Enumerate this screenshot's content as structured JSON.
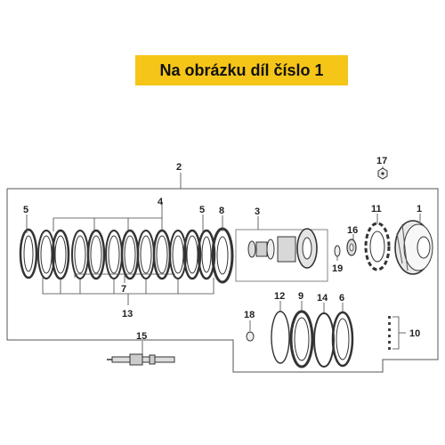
{
  "banner": {
    "text": "Na obrázku díl číslo 1",
    "color": "#f5c518"
  },
  "callouts": {
    "c1": "1",
    "c2": "2",
    "c3": "3",
    "c4": "4",
    "c5a": "5",
    "c5b": "5",
    "c6": "6",
    "c7": "7",
    "c8": "8",
    "c9": "9",
    "c10": "10",
    "c11": "11",
    "c12": "12",
    "c13": "13",
    "c14": "14",
    "c15": "15",
    "c16": "16",
    "c17": "17",
    "c18": "18",
    "c19": "19"
  }
}
